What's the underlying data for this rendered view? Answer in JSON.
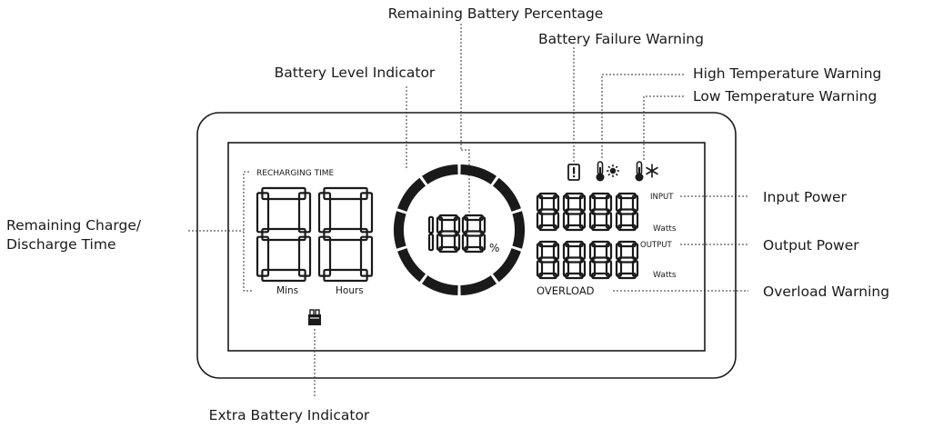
{
  "callouts": {
    "remaining_battery_percentage": "Remaining Battery Percentage",
    "battery_failure_warning": "Battery Failure Warning",
    "battery_level_indicator": "Battery Level Indicator",
    "high_temperature_warning": "High Temperature Warning",
    "low_temperature_warning": "Low Temperature Warning",
    "remaining_time_line1": "Remaining Charge/",
    "remaining_time_line2": "Discharge Time",
    "input_power": "Input Power",
    "output_power": "Output Power",
    "overload_warning": "Overload Warning",
    "extra_battery_indicator": "Extra Battery Indicator"
  },
  "lcd": {
    "recharging_time_label": "RECHARGING TIME",
    "mins_label": "Mins",
    "hours_label": "Hours",
    "percent_symbol": "%",
    "input_label": "INPUT",
    "output_label": "OUTPUT",
    "watts_label_input": "Watts",
    "watts_label_output": "Watts",
    "overload_label": "OVERLOAD",
    "time_digits": [
      "8",
      "8"
    ],
    "percentage_digits": [
      "1",
      "8",
      "8"
    ],
    "input_digits": [
      "8",
      "8",
      "8",
      "8"
    ],
    "output_digits": [
      "8",
      "8",
      "8",
      "8"
    ],
    "battery_ring_segments": 10
  },
  "icons": {
    "battery_failure": "exclamation-battery-icon",
    "high_temperature": "thermometer-sun-icon",
    "low_temperature": "thermometer-snowflake-icon",
    "extra_battery": "extra-battery-icon"
  },
  "colors": {
    "ink": "#1a1a1a",
    "background": "#ffffff"
  }
}
